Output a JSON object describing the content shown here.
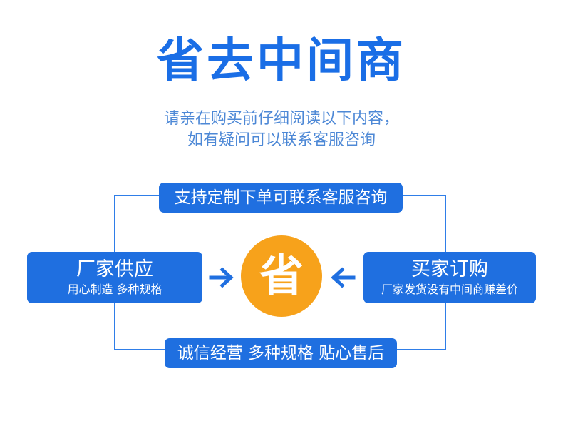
{
  "title": "省去中间商",
  "subtitle": {
    "line1": "请亲在购买前仔细阅读以下内容，",
    "line2": "如有疑问可以联系客服咨询"
  },
  "diagram": {
    "top_label": "支持定制下单可联系客服咨询",
    "bottom_label": "诚信经营 多种规格 贴心售后",
    "left": {
      "title": "厂家供应",
      "subtitle": "用心制造 多种规格"
    },
    "right": {
      "title": "买家订购",
      "subtitle": "厂家发货没有中间商赚差价"
    },
    "center": "省",
    "colors": {
      "primary_blue": "#1f6fe0",
      "accent_orange": "#f7a21b"
    },
    "icons": {
      "left_arrow": "arrow-right-icon",
      "right_arrow": "arrow-left-icon"
    }
  }
}
